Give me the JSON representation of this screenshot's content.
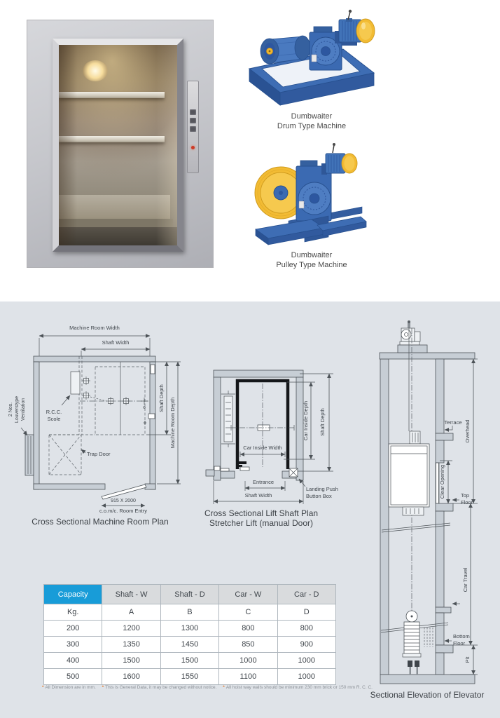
{
  "machines": {
    "drum": {
      "caption_line1": "Dumbwaiter",
      "caption_line2": "Drum Type Machine"
    },
    "pulley": {
      "caption_line1": "Dumbwaiter",
      "caption_line2": "Pulley Type Machine"
    }
  },
  "machine_room_plan": {
    "dim_machine_room_width": "Machine Room Width",
    "dim_shaft_width": "Shaft Width",
    "dim_shaft_depth": "Shaft Depth",
    "dim_machine_room_depth": "Machine Room Depth",
    "label_rcc_line1": "R.C.C.",
    "label_rcc_line2": "Scole",
    "label_vent_line1": "2 Nos.",
    "label_vent_line2": "Louverstype",
    "label_vent_line3": "Ventilation",
    "label_trap_door": "Trap Door",
    "dim_room_entry": "915 X 2000",
    "label_room_entry": "c.o.m/c. Room Entry",
    "caption": "Cross Sectional Machine Room Plan"
  },
  "lift_shaft_plan": {
    "dim_car_inside_width": "Car Inside Width",
    "dim_car_inside_depth": "Car Inside Depth",
    "dim_shaft_depth": "Shaft Depth",
    "dim_entrance": "Entrance",
    "dim_shaft_width": "Shaft Width",
    "label_landing_line1": "Landing Push",
    "label_landing_line2": "Button Box",
    "caption_line1": "Cross Sectional Lift Shaft Plan",
    "caption_line2": "Stretcher Lift (manual Door)"
  },
  "sectional_elevation": {
    "label_terrace": "Terrace",
    "dim_overhead": "Overhead",
    "dim_clear_opening": "Clear Opening",
    "label_top_floor_line1": "Top",
    "label_top_floor_line2": "Floor",
    "dim_car_travel": "Car Travel",
    "label_bottom_floor_line1": "Bottom",
    "label_bottom_floor_line2": "Floor",
    "dim_pit": "Pit",
    "caption": "Sectional Elevation of Elevator"
  },
  "table": {
    "headers": [
      "Capacity",
      "Shaft - W",
      "Shaft - D",
      "Car - W",
      "Car - D"
    ],
    "units_row": [
      "Kg.",
      "A",
      "B",
      "C",
      "D"
    ],
    "rows": [
      [
        "200",
        "1200",
        "1300",
        "800",
        "800"
      ],
      [
        "300",
        "1350",
        "1450",
        "850",
        "900"
      ],
      [
        "400",
        "1500",
        "1500",
        "1000",
        "1000"
      ],
      [
        "500",
        "1600",
        "1550",
        "1100",
        "1000"
      ]
    ]
  },
  "footnotes": {
    "bullet": "*",
    "note1": "All Dimension are in mm.",
    "note2": "This is General Data, it may be changed without notice.",
    "note3": "All hoist way walls should be minimum 230 mm brick or 150 mm R. C. C."
  },
  "colors": {
    "accent_blue": "#189cd8",
    "machine_blue": "#3b6ab2",
    "machine_yellow": "#f2bb33",
    "tech_section_bg": "#dfe3e8"
  }
}
